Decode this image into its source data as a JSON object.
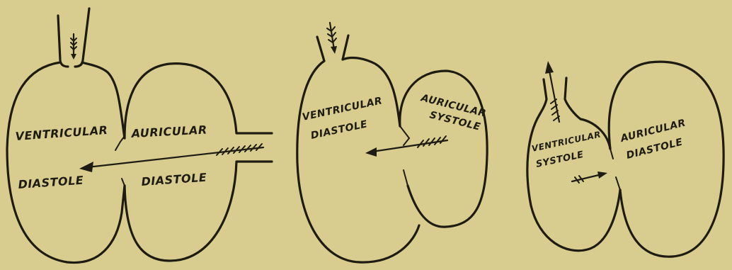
{
  "colors": {
    "paper": "#d8cd8f",
    "ink": "#1e1b12"
  },
  "figures": [
    {
      "name": "left-heart",
      "labels": {
        "ventricular": "VENTRICULAR",
        "diastole_left": "DIASTOLE",
        "auricular": "AURICULAR",
        "diastole_right": "DIASTOLE"
      }
    },
    {
      "name": "middle-heart",
      "labels": {
        "ventricular": "VENTRICULAR",
        "diastole": "DIASTOLE",
        "auricular": "AURICULAR",
        "systole": "SYSTOLE"
      }
    },
    {
      "name": "right-heart",
      "labels": {
        "ventricular": "VENTRICULAR",
        "systole": "SYSTOLE",
        "auricular": "AURICULAR",
        "diastole": "DIASTOLE"
      }
    }
  ]
}
